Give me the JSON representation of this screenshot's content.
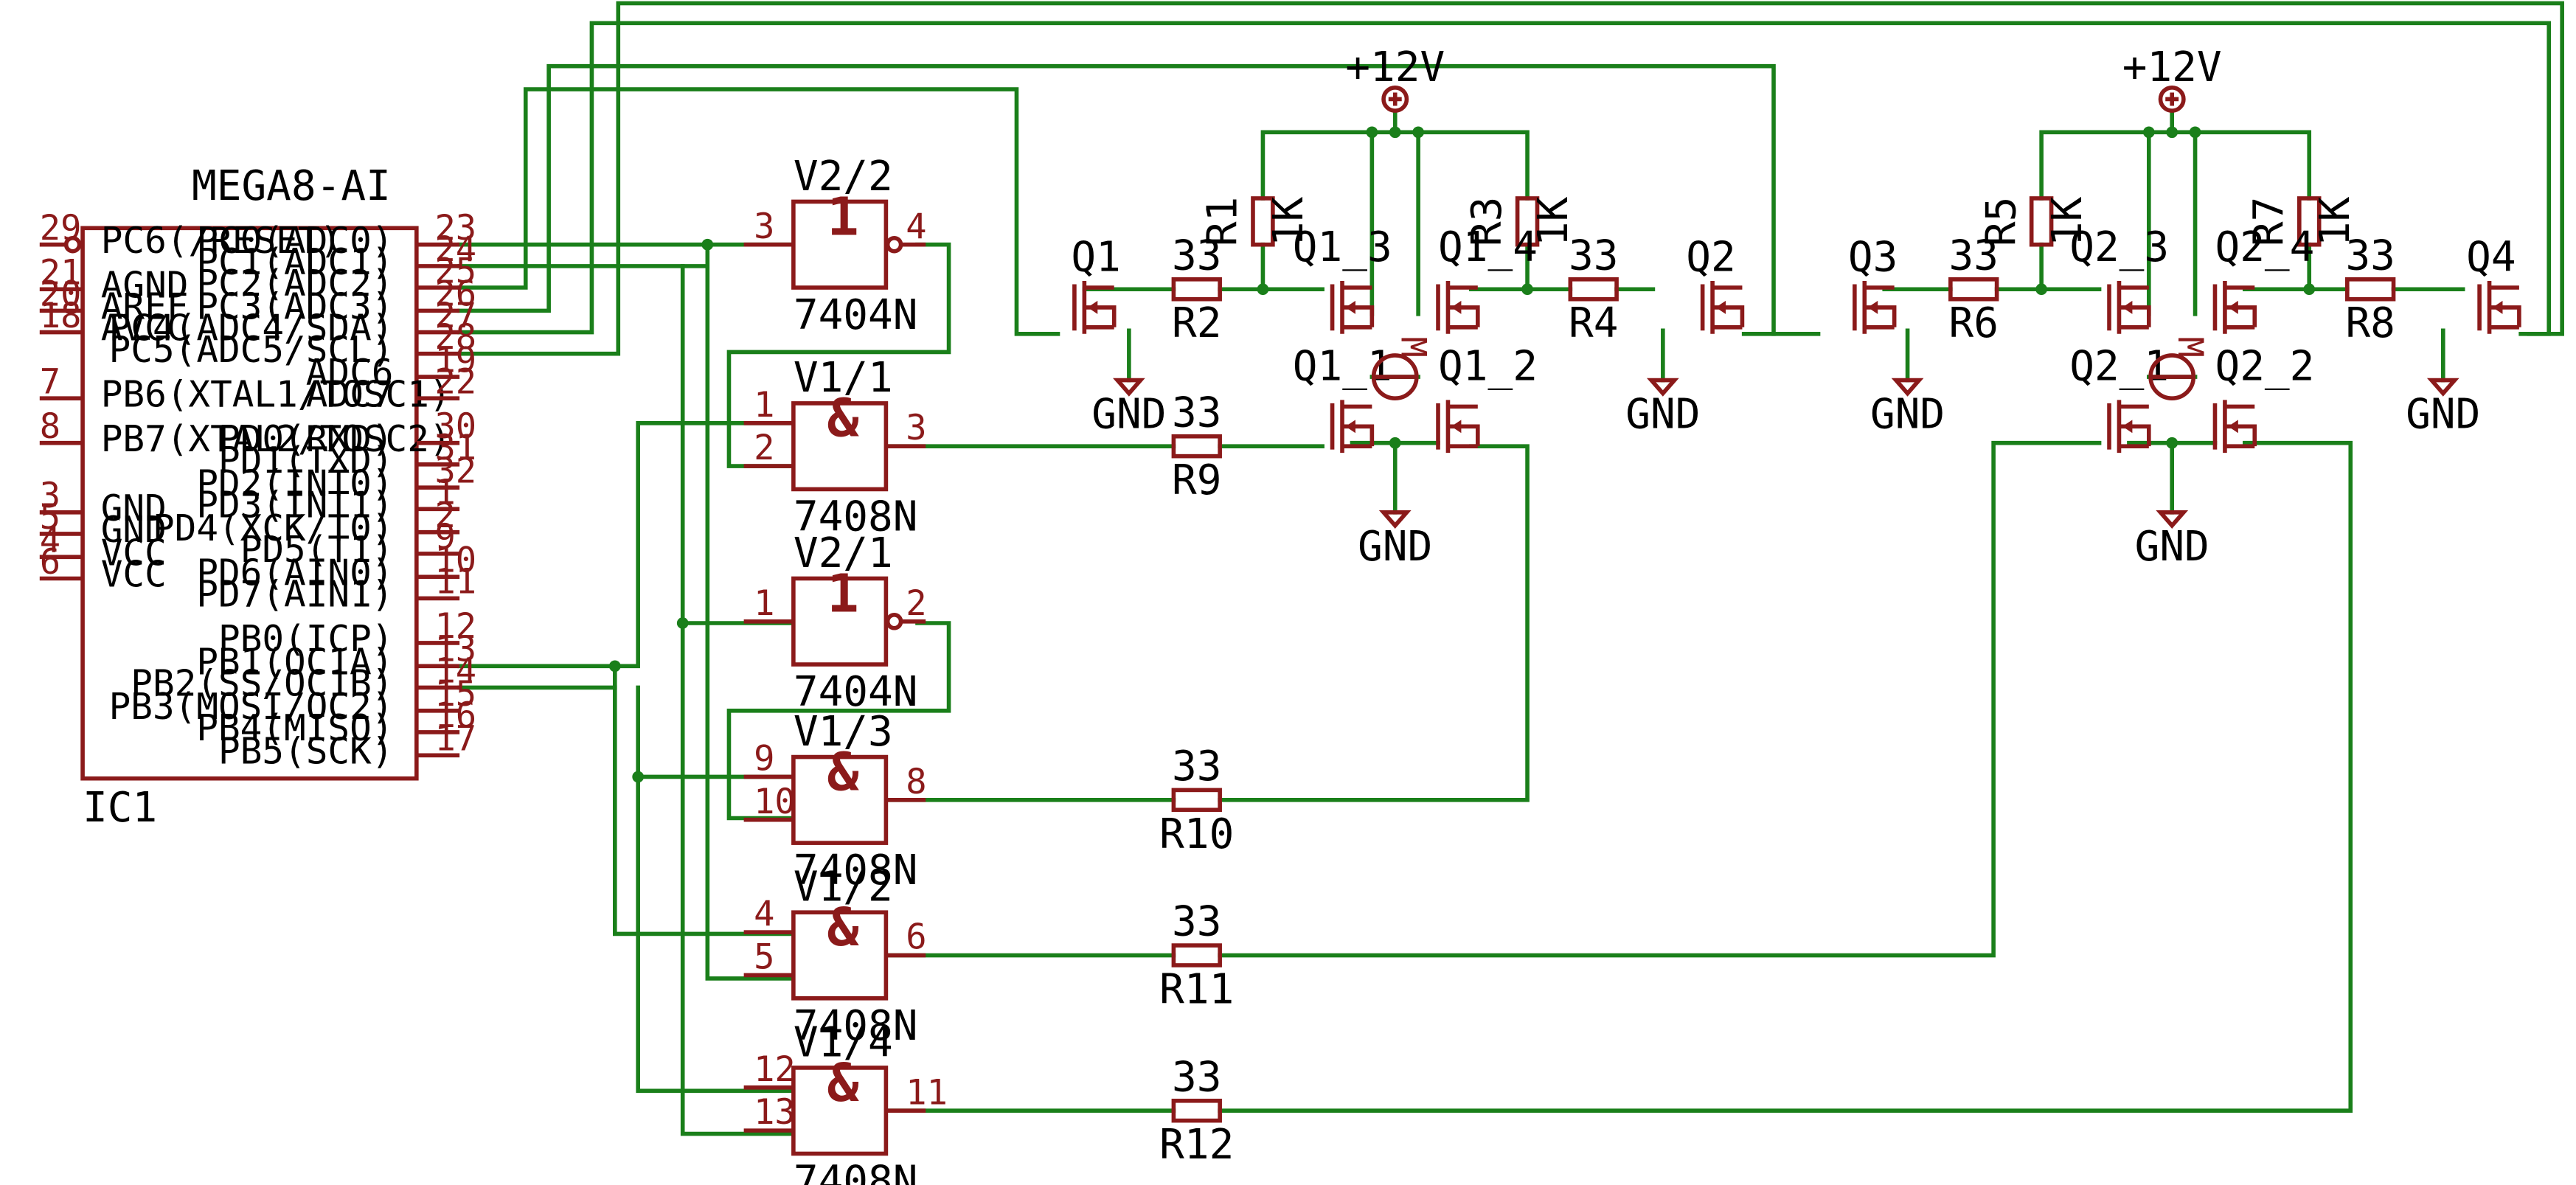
{
  "ic": {
    "name": "MEGA8-AI",
    "ref": "IC1",
    "left_pins": [
      {
        "num": "29",
        "name": "PC6(/RESET)"
      },
      {
        "num": "21",
        "name": "AGND"
      },
      {
        "num": "20",
        "name": "AREF"
      },
      {
        "num": "18",
        "name": "AVCC"
      },
      {
        "num": "7",
        "name": "PB6(XTAL1/TOSC1)"
      },
      {
        "num": "8",
        "name": "PB7(XTAL2/TOSC2)"
      },
      {
        "num": "3",
        "name": "GND"
      },
      {
        "num": "5",
        "name": "GND"
      },
      {
        "num": "4",
        "name": "VCC"
      },
      {
        "num": "6",
        "name": "VCC"
      }
    ],
    "right_pins": [
      {
        "num": "23",
        "name": "PC0(ADC0)"
      },
      {
        "num": "24",
        "name": "PC1(ADC1)"
      },
      {
        "num": "25",
        "name": "PC2(ADC2)"
      },
      {
        "num": "26",
        "name": "PC3(ADC3)"
      },
      {
        "num": "27",
        "name": "PC4(ADC4/SDA)"
      },
      {
        "num": "28",
        "name": "PC5(ADC5/SCL)"
      },
      {
        "num": "19",
        "name": "ADC6"
      },
      {
        "num": "22",
        "name": "ADC7"
      },
      {
        "num": "30",
        "name": "PD0(RXD)"
      },
      {
        "num": "31",
        "name": "PD1(TXD)"
      },
      {
        "num": "32",
        "name": "PD2(INT0)"
      },
      {
        "num": "1",
        "name": "PD3(INT1)"
      },
      {
        "num": "2",
        "name": "PD4(XCK/T0)"
      },
      {
        "num": "9",
        "name": "PD5(T1)"
      },
      {
        "num": "10",
        "name": "PD6(AIN0)"
      },
      {
        "num": "11",
        "name": "PD7(AIN1)"
      },
      {
        "num": "12",
        "name": "PB0(ICP)"
      },
      {
        "num": "13",
        "name": "PB1(OC1A)"
      },
      {
        "num": "14",
        "name": "PB2(SS/OC1B)"
      },
      {
        "num": "15",
        "name": "PB3(MOSI/OC2)"
      },
      {
        "num": "16",
        "name": "PB4(MISO)"
      },
      {
        "num": "17",
        "name": "PB5(SCK)"
      }
    ]
  },
  "gates": [
    {
      "ref": "V2/2",
      "part": "7404N",
      "symbol": "1",
      "in1": "3",
      "out": "4"
    },
    {
      "ref": "V1/1",
      "part": "7408N",
      "symbol": "&",
      "in1": "1",
      "in2": "2",
      "out": "3"
    },
    {
      "ref": "V2/1",
      "part": "7404N",
      "symbol": "1",
      "in1": "1",
      "out": "2"
    },
    {
      "ref": "V1/3",
      "part": "7408N",
      "symbol": "&",
      "in1": "9",
      "in2": "10",
      "out": "8"
    },
    {
      "ref": "V1/2",
      "part": "7408N",
      "symbol": "&",
      "in1": "4",
      "in2": "5",
      "out": "6"
    },
    {
      "ref": "V1/4",
      "part": "7408N",
      "symbol": "&",
      "in1": "12",
      "in2": "13",
      "out": "11"
    }
  ],
  "resistors": {
    "R1": {
      "ref": "R1",
      "value": "1K"
    },
    "R2": {
      "ref": "R2",
      "value": "33"
    },
    "R3": {
      "ref": "R3",
      "value": "1K"
    },
    "R4": {
      "ref": "R4",
      "value": "33"
    },
    "R5": {
      "ref": "R5",
      "value": "1K"
    },
    "R6": {
      "ref": "R6",
      "value": "33"
    },
    "R7": {
      "ref": "R7",
      "value": "1K"
    },
    "R8": {
      "ref": "R8",
      "value": "33"
    },
    "R9": {
      "ref": "R9",
      "value": "33"
    },
    "R10": {
      "ref": "R10",
      "value": "33"
    },
    "R11": {
      "ref": "R11",
      "value": "33"
    },
    "R12": {
      "ref": "R12",
      "value": "33"
    }
  },
  "transistors": {
    "Q1": "Q1",
    "Q2": "Q2",
    "Q3": "Q3",
    "Q4": "Q4",
    "Q1_1": "Q1_1",
    "Q1_2": "Q1_2",
    "Q1_3": "Q1_3",
    "Q1_4": "Q1_4",
    "Q2_1": "Q2_1",
    "Q2_2": "Q2_2",
    "Q2_3": "Q2_3",
    "Q2_4": "Q2_4"
  },
  "power": {
    "vcc": "+12V",
    "gnd": "GND",
    "motor": "M"
  },
  "colors": {
    "wire": "#1a7f1a",
    "part": "#8b1a1a",
    "text": "#000000",
    "background": "#ffffff"
  }
}
